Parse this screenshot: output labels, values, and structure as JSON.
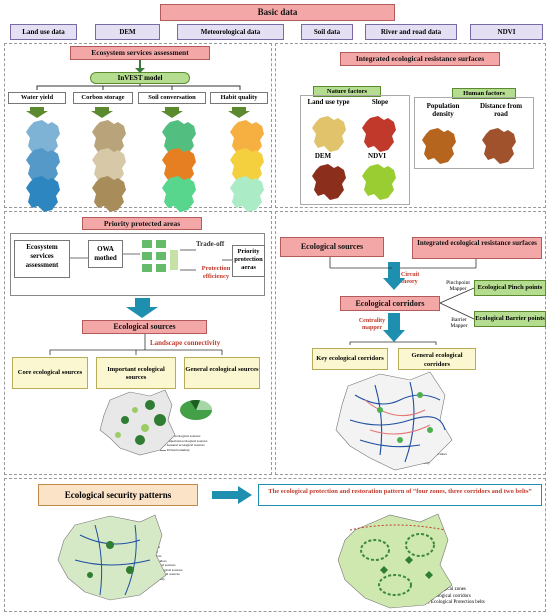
{
  "basic": {
    "title": "Basic data",
    "items": [
      "Land use data",
      "DEM",
      "Meteorological data",
      "Soil data",
      "River and road data",
      "NDVI"
    ]
  },
  "ecosystem": {
    "title": "Ecosystem services assessment",
    "model": "InVEST model",
    "cols": [
      "Water yield",
      "Corbon storage",
      "Soil conversation",
      "Habit quality"
    ]
  },
  "resistance": {
    "title": "Integrated ecological resistance surfaces",
    "nature_title": "Nature factors",
    "human_title": "Human factors",
    "nature_items": [
      "Land use type",
      "Slope",
      "DEM",
      "NDVI"
    ],
    "human_items": [
      "Population density",
      "Distance from road"
    ]
  },
  "priority": {
    "title": "Priority protected areas",
    "ecosystem_box": "Ecosystem services assessment",
    "owa": "OWA mothed",
    "tradeoff": "Trade-off",
    "protection_eff": "Protection efficiency",
    "priority_box": "Priority protection aeras"
  },
  "sources_left": {
    "title": "Ecological sources",
    "connectivity": "Landscape connectivity",
    "items": [
      "Core ecological sources",
      "Important ecological sources",
      "General ecological sources"
    ],
    "legend": [
      "Core ecological sources",
      "Important ecological sources",
      "General ecological sources",
      "Urban boundary"
    ]
  },
  "right_mid": {
    "sources": "Ecological sources",
    "resistance": "Integrated ecological resistance surfaces",
    "circuit": "Circuit theory",
    "corridors": "Ecological corridors",
    "pinchpoint_mapper": "Pinchpoint Mapper",
    "barrier_mapper": "Barrier Mapper",
    "pinch_points": "Ecological Pinch points",
    "barrier_points": "Ecological Barrier points",
    "centrality": "Centrality mapper",
    "key_corr": "Key ecological corridors",
    "general_corr": "General ecological corridors",
    "legend": [
      "Key ecological corridors",
      "General ecological corridors",
      "Ecological sources",
      "Urban boundary"
    ]
  },
  "bottom": {
    "security": "Ecological security patterns",
    "pattern": "The ecological protection and restoration pattern of “four zones, three corridors and two belts”",
    "left_legend": [
      "Barrier point",
      "Pinch point",
      "Key corridors",
      "General corridors",
      "Core ecological sources",
      "Important ecological sources",
      "General ecological sources",
      "Urban boundary"
    ],
    "right_legend": [
      "Ecological zones",
      "Ecological corridors",
      "Ecological Protection belts"
    ]
  },
  "colors": {
    "pink": "#f4a7a7",
    "lavender": "#e4dff3",
    "green": "#b5dd8f",
    "arrow": "#1f8fb0",
    "accent_red": "#c0392b"
  }
}
